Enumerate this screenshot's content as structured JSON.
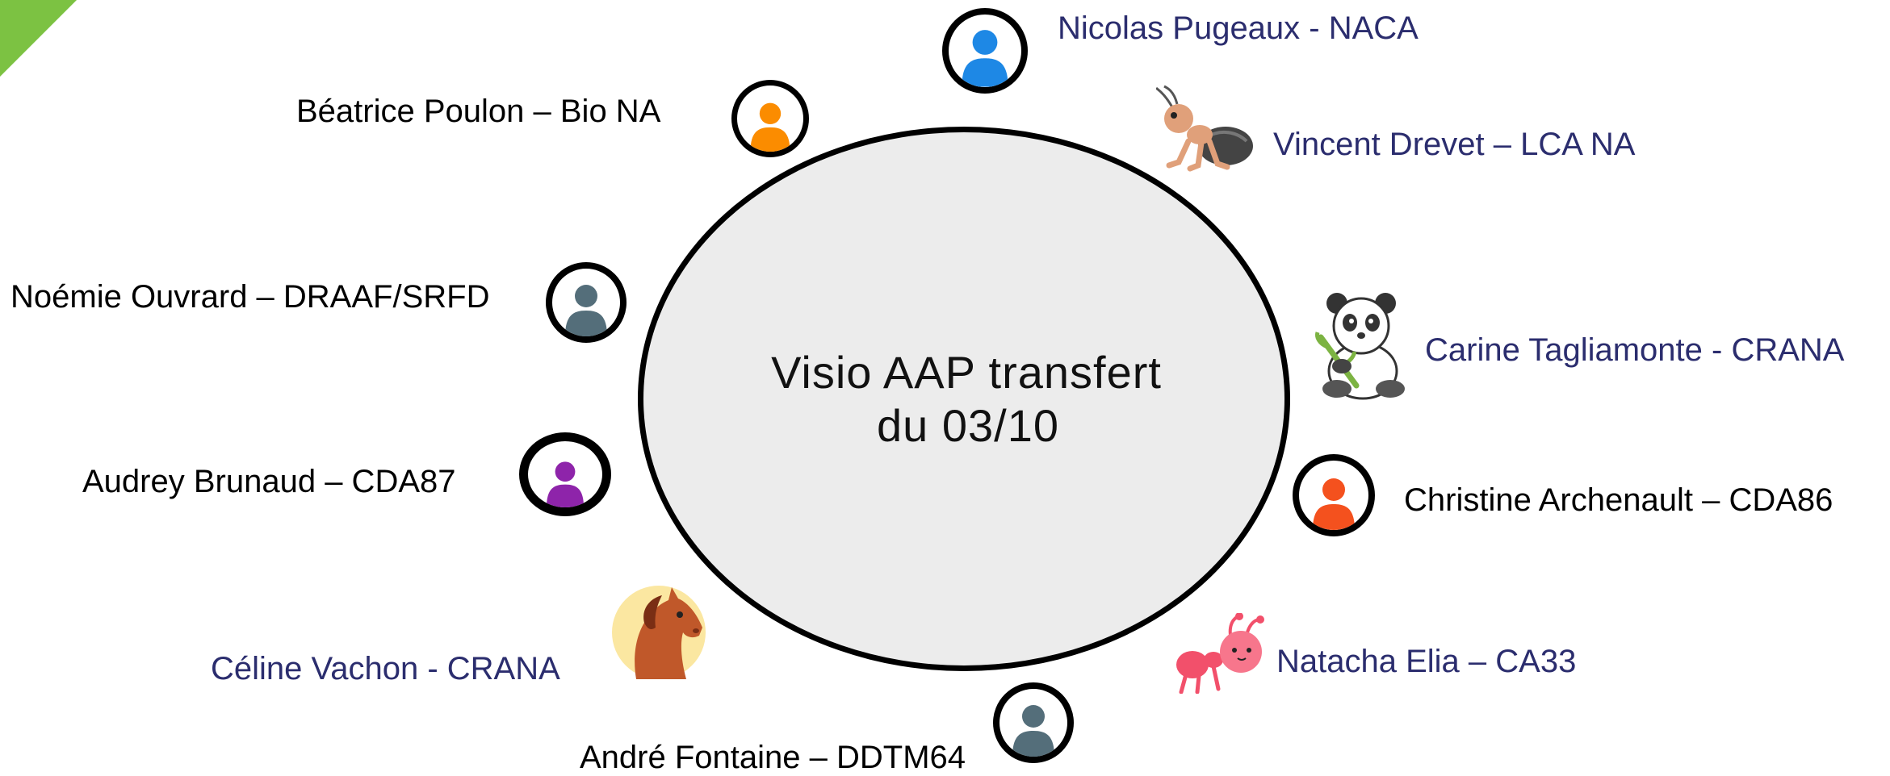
{
  "center": {
    "line1": "Visio AAP transfert",
    "line2": "du 03/10"
  },
  "participants": [
    {
      "name": "Nicolas Pugeaux - NACA",
      "icon": "person-icon",
      "color": "#1e88e5"
    },
    {
      "name": "Béatrice Poulon – Bio NA",
      "icon": "person-icon",
      "color": "#fb8c00"
    },
    {
      "name": "Vincent Drevet – LCA NA",
      "icon": "ant-icon"
    },
    {
      "name": "Noémie Ouvrard – DRAAF/SRFD",
      "icon": "person-icon",
      "color": "#546e7a"
    },
    {
      "name": "Carine Tagliamonte - CRANA",
      "icon": "panda-icon"
    },
    {
      "name": "Audrey Brunaud – CDA87",
      "icon": "person-icon",
      "color": "#8e24aa"
    },
    {
      "name": "Christine Archenault – CDA86",
      "icon": "person-icon",
      "color": "#f4511e"
    },
    {
      "name": "Céline Vachon - CRANA",
      "icon": "horse-icon"
    },
    {
      "name": "Natacha Elia – CA33",
      "icon": "pink-ant-icon"
    },
    {
      "name": "André Fontaine – DDTM64",
      "icon": "person-icon",
      "color": "#546e7a"
    }
  ],
  "colors": {
    "label_dark": "#000000",
    "label_blue": "#2b2d6e",
    "corner_accent": "#7cc242"
  }
}
